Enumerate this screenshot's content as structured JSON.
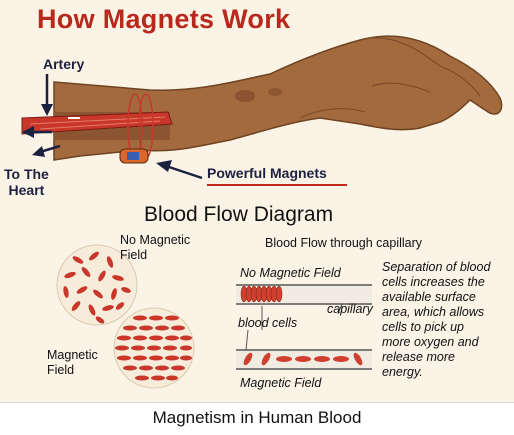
{
  "title": "How Magnets Work",
  "labels": {
    "artery": "Artery",
    "to_the_heart": "To The\nHeart",
    "powerful_magnets": "Powerful Magnets"
  },
  "subtitle": "Blood Flow Diagram",
  "left_panel": {
    "no_field_label": "No Magnetic\nField",
    "field_label": "Magnetic\nField"
  },
  "right_panel": {
    "heading": "Blood Flow through capillary",
    "no_field": "No Magnetic Field",
    "blood_cells": "blood cells",
    "capillary": "capillary",
    "magnetic_field": "Magnetic Field",
    "description": "Separation of blood\ncells increases the\navailable surface\narea, which allows\ncells to pick up\nmore oxygen and\nrelease more\nenergy."
  },
  "caption": "Magnetism in Human Blood",
  "colors": {
    "title": "#b8281c",
    "skin": "#a36a3e",
    "blood": "#c8372a",
    "navy": "#1c2140"
  }
}
